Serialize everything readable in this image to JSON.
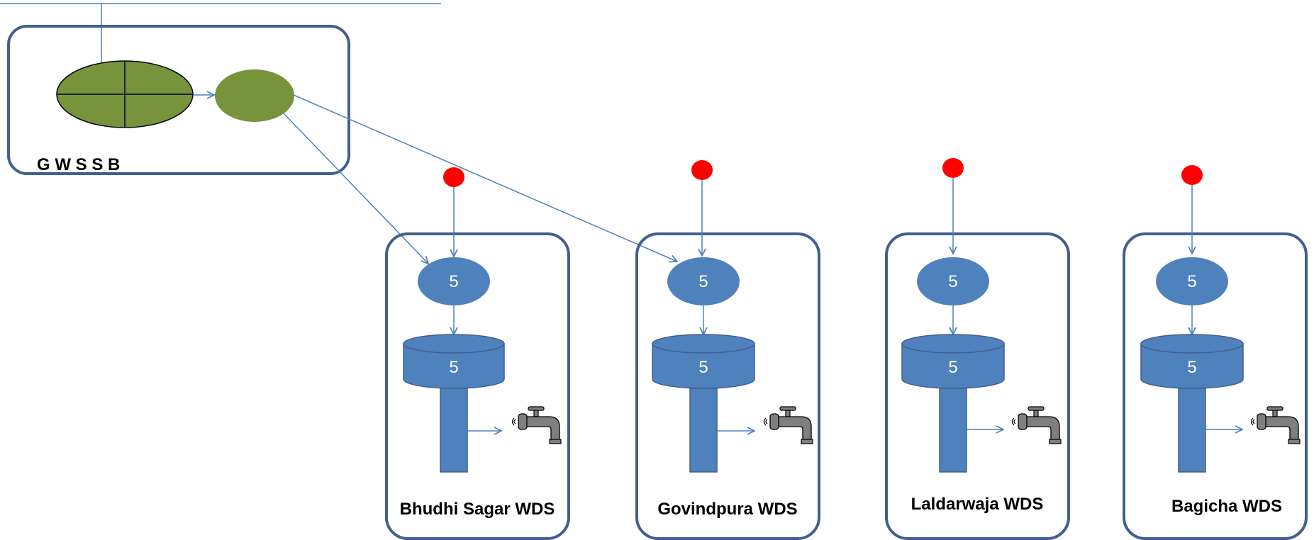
{
  "colors": {
    "frame": "#41608f",
    "arrow": "#4f81bd",
    "node_blue": "#4f81bd",
    "node_green": "#77933c",
    "source_red": "#ff0000",
    "faucet": "#7f7f7f"
  },
  "gwssb": {
    "label": "G W S S B"
  },
  "stations": [
    {
      "name": "Bhudhi Sagar WDS",
      "inlet_value": "5",
      "tank_value": "5",
      "faucet_icon": "faucet-icon"
    },
    {
      "name": "Govindpura WDS",
      "inlet_value": "5",
      "tank_value": "5",
      "faucet_icon": "faucet-icon"
    },
    {
      "name": "Laldarwaja WDS",
      "inlet_value": "5",
      "tank_value": "5",
      "faucet_icon": "faucet-icon"
    },
    {
      "name": "Bagicha WDS",
      "inlet_value": "5",
      "tank_value": "5",
      "faucet_icon": "faucet-icon"
    }
  ]
}
